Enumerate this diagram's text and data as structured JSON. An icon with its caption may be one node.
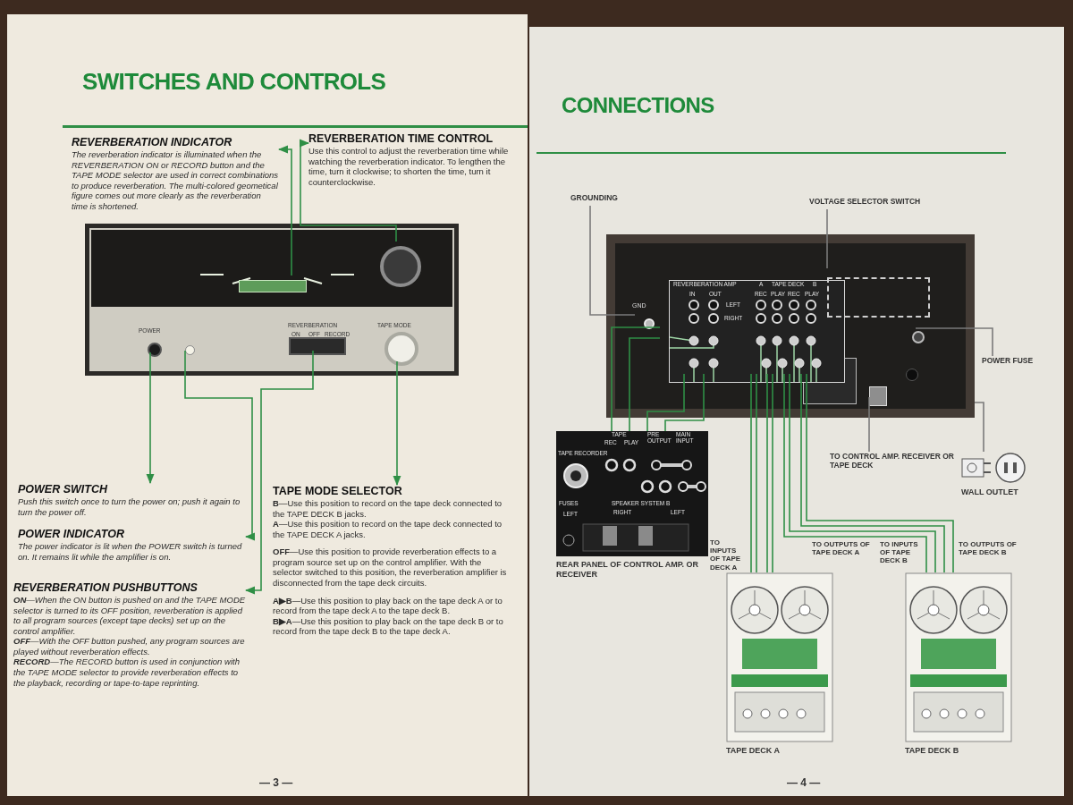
{
  "diagram": {
    "nodes": [
      {
        "text": [
          "REVERBERATION INDICATOR",
          "The reverberation indicator is illuminated when the REVERBERATION ON or RECORD button and the TAPE MODE selector are used in correct combinations to produce reverberation. The multi-colored geometical figure comes out more clearly as the reverberation time is shortened."
        ]
      },
      {
        "text": [
          "REVERBERATION TIME CONTROL",
          "Use this control to adjust the reverberation time while watching the reverberation indicator. To lengthen the time, turn it clockwise; to shorten the time, turn it counterclockwise."
        ]
      },
      {
        "text": [
          "POWER",
          "REVERBERATION",
          "ON",
          "OFF",
          "RECORD",
          "TAPE MODE"
        ]
      },
      {
        "text": [],
        "shape": "bar",
        "in": 2
      },
      {
        "text": [],
        "shape": "circle",
        "in": 2
      },
      {
        "text": [],
        "shape": "circle",
        "in": 2
      },
      {
        "text": [],
        "shape": "circle",
        "in": 2
      },
      {
        "text": [],
        "shape": "box",
        "in": 2
      },
      {
        "text": [],
        "shape": "circle",
        "in": 2
      },
      {
        "text": [
          "POWER SWITCH",
          "Push this switch once to turn the power on; push it again to turn the power off."
        ]
      },
      {
        "text": [
          "POWER INDICATOR",
          "The power indicator is lit when the POWER switch is turned on. It remains lit while the amplifier is on."
        ]
      },
      {
        "text": [
          "REVERBERATION PUSHBUTTONS",
          "**ON**—When the ON button is pushed on and the TAPE MODE selector is turned to its OFF position, reverberation is applied to all program sources (except tape decks) set up on the control amplifier.",
          "**OFF**—With the OFF button pushed, any program sources are played without reverberation effects.",
          "**RECORD**—The RECORD button is used in conjunction with the TAPE MODE selector to provide reverberation effects to the playback, recording or tape-to-tape reprinting."
        ]
      },
      {
        "text": [
          "TAPE MODE SELECTOR",
          "**B**—Use this position to record on the tape deck connected to the TAPE DECK B jacks.",
          "**A**—Use this position to record on the tape deck connected to the TAPE DECK A jacks.",
          "**OFF**—Use this position to provide reverberation effects to a program source set up on the control amplifier. With the selector switched to this position, the reverberation amplifier is disconnected from the tape deck circuits.",
          "**A▶B**—Use this position to play back on the tape deck A or to record from the tape deck A to the tape deck B.",
          "**B▶A**—Use this position to play back on the tape deck B or to record from the tape deck B to the tape deck A."
        ]
      },
      {
        "text": [
          "GROUNDING"
        ]
      },
      {
        "text": [
          "VOLTAGE SELECTOR SWITCH"
        ]
      },
      {
        "text": [],
        "shape": "picture"
      },
      {
        "text": [],
        "shape": "circle",
        "in": 15
      },
      {
        "text": [
          "REVERBERATION AMP",
          "IN",
          "OUT",
          "LEFT",
          "RIGHT",
          "A",
          "TAPE DECK",
          "B",
          "REC",
          "PLAY",
          "REC",
          "PLAY"
        ],
        "in": 15
      },
      {
        "text": [],
        "shape": "box",
        "in": 15
      },
      {
        "text": [],
        "shape": "circle",
        "in": 15
      },
      {
        "text": [],
        "shape": "box",
        "in": 15
      },
      {
        "text": [
          "POWER FUSE"
        ]
      },
      {
        "text": [
          "TAPE RECORDER",
          "TAPE",
          "REC",
          "PLAY",
          "PRE OUTPUT",
          "MAIN INPUT",
          "FUSES",
          "LEFT",
          "SPEAKER SYSTEM B",
          "RIGHT",
          "LEFT"
        ],
        "beside": [
          "REAR PANEL OF CONTROL AMP. OR RECEIVER"
        ]
      },
      {
        "text": [
          "TO CONTROL AMP. RECEIVER OR TAPE DECK"
        ]
      },
      {
        "text": [],
        "shape": "picture",
        "beside": [
          "WALL OUTLET"
        ]
      },
      {
        "text": [],
        "shape": "picture",
        "beside": [
          "TAPE DECK A"
        ]
      },
      {
        "text": [],
        "shape": "picture",
        "beside": [
          "TAPE DECK B"
        ]
      }
    ],
    "edges": [
      {
        "from": 3,
        "to": 0,
        "arrow": "to"
      },
      {
        "from": 4,
        "to": 1,
        "arrow": "to"
      },
      {
        "from": 5,
        "to": 9,
        "arrow": "to"
      },
      {
        "from": 6,
        "to": 10,
        "arrow": "to"
      },
      {
        "from": 7,
        "to": 11,
        "arrow": "to"
      },
      {
        "from": 8,
        "to": 12,
        "arrow": "to"
      },
      {
        "from": 13,
        "to": 16,
        "arrow": "none",
        "color": "#7a7a7a"
      },
      {
        "from": 14,
        "to": 18,
        "arrow": "none",
        "color": "#7a7a7a"
      },
      {
        "from": 21,
        "to": 19,
        "arrow": "none",
        "color": "#7a7a7a"
      },
      {
        "from": 17,
        "to": 22,
        "arrow": "none"
      },
      {
        "from": 17,
        "to": 22,
        "arrow": "none"
      },
      {
        "from": 17,
        "to": 22,
        "arrow": "none"
      },
      {
        "from": 17,
        "to": 22,
        "arrow": "none"
      },
      {
        "from": 17,
        "to": 25,
        "arrow": "none"
      },
      {
        "from": 17,
        "to": 25,
        "arrow": "none"
      },
      {
        "from": 17,
        "to": 25,
        "arrow": "none"
      },
      {
        "from": 17,
        "to": 25,
        "arrow": "none"
      },
      {
        "from": 17,
        "to": 26,
        "arrow": "none"
      },
      {
        "from": 17,
        "to": 26,
        "arrow": "none"
      },
      {
        "from": 17,
        "to": 26,
        "arrow": "none"
      },
      {
        "from": 17,
        "to": 26,
        "arrow": "none"
      },
      {
        "from": 15,
        "to": 24,
        "arrow": "none",
        "color": "#7a7a7a"
      },
      {
        "from": 20,
        "to": 23,
        "arrow": "none",
        "color": "#7a7a7a"
      }
    ],
    "labels": [
      "SWITCHES AND CONTROLS",
      "CONNECTIONS",
      "GND",
      "TO INPUTS OF TAPE DECK A",
      "TO OUTPUTS OF TAPE DECK A",
      "TO INPUTS OF TAPE DECK B",
      "TO OUTPUTS OF TAPE DECK B",
      "— 3 —",
      "— 4 —"
    ]
  }
}
